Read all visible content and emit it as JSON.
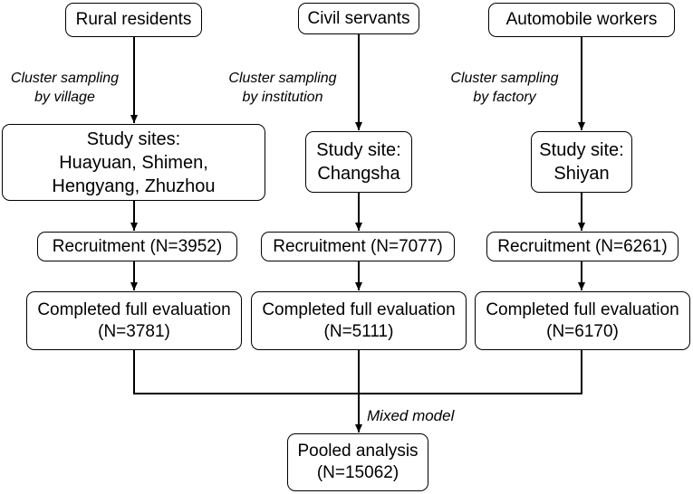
{
  "columns": [
    {
      "population": "Rural residents",
      "sampling": [
        "Cluster sampling",
        "by village"
      ],
      "study_site": [
        "Study sites:",
        "Huayuan, Shimen,",
        "Hengyang, Zhuzhou"
      ],
      "recruitment": "Recruitment (N=3952)",
      "completed": [
        "Completed full evaluation",
        "(N=3781)"
      ]
    },
    {
      "population": "Civil servants",
      "sampling": [
        "Cluster sampling",
        "by institution"
      ],
      "study_site": [
        "Study site:",
        "Changsha"
      ],
      "recruitment": "Recruitment (N=7077)",
      "completed": [
        "Completed full evaluation",
        "(N=5111)"
      ]
    },
    {
      "population": "Automobile workers",
      "sampling": [
        "Cluster sampling",
        "by factory"
      ],
      "study_site": [
        "Study site:",
        "Shiyan"
      ],
      "recruitment": "Recruitment (N=6261)",
      "completed": [
        "Completed full evaluation",
        "(N=6170)"
      ]
    }
  ],
  "merge_label": "Mixed model",
  "pooled": [
    "Pooled analysis",
    "(N=15062)"
  ]
}
